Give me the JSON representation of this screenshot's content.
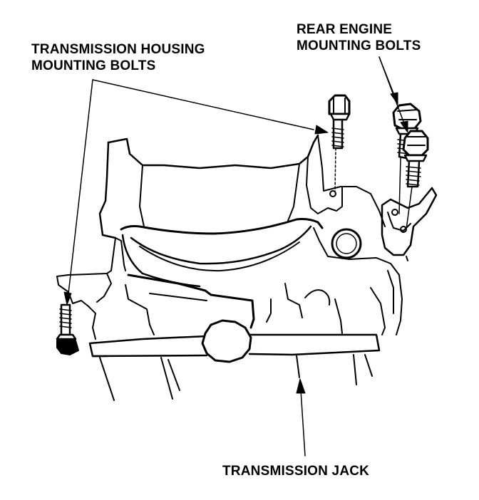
{
  "labels": {
    "transmission_housing_bolts": [
      "TRANSMISSION HOUSING",
      "MOUNTING BOLTS"
    ],
    "rear_engine_bolts": [
      "REAR ENGINE",
      "MOUNTING BOLTS"
    ],
    "transmission_jack": "TRANSMISSION JACK"
  },
  "colors": {
    "ink": "#000000",
    "paper": "#ffffff"
  }
}
